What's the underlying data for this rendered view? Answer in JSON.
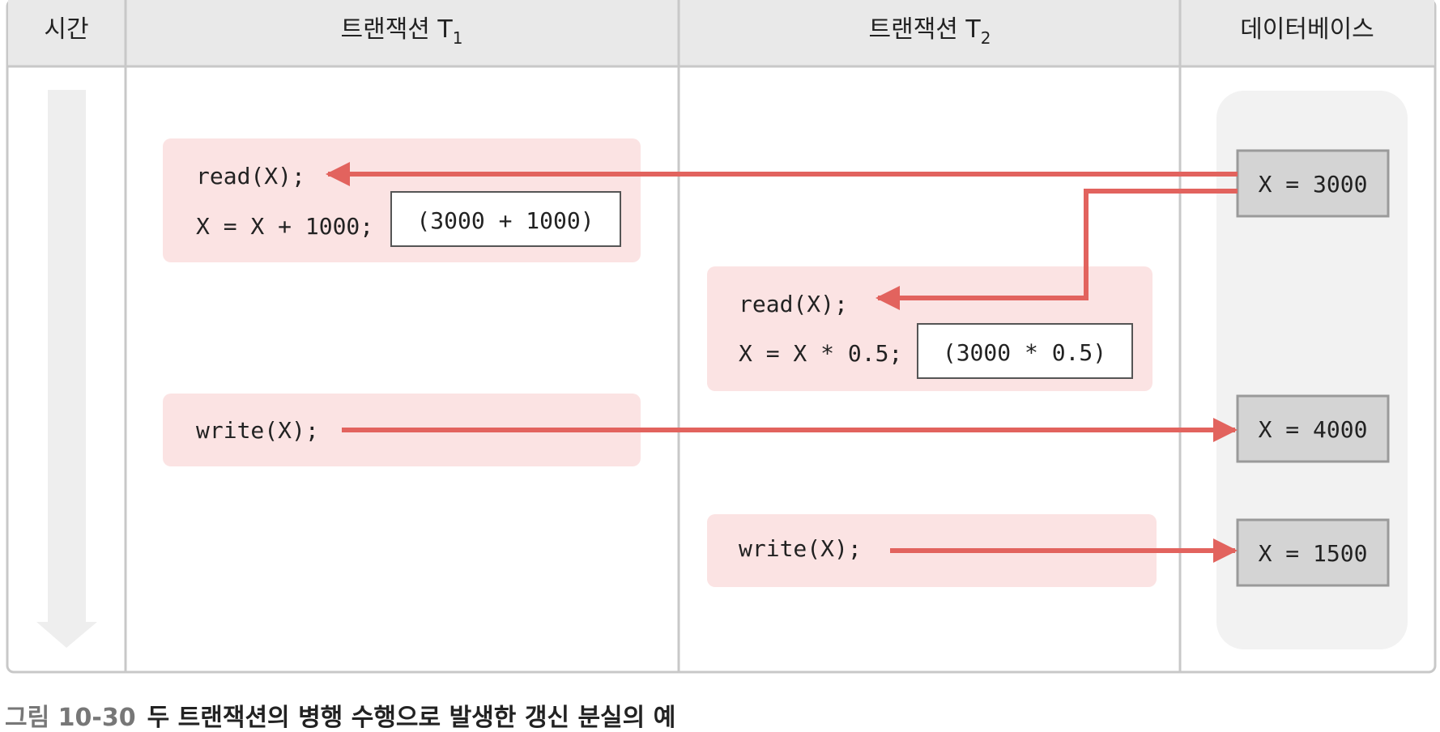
{
  "headers": {
    "time": "시간",
    "t1": {
      "label": "트랜잭션 T",
      "sub": "1"
    },
    "t2": {
      "label": "트랜잭션 T",
      "sub": "2"
    },
    "db": "데이터베이스"
  },
  "t1": {
    "read": "read(X);",
    "compute": "X = X + 1000;",
    "compute_note": "(3000 + 1000)",
    "write": "write(X);"
  },
  "t2": {
    "read": "read(X);",
    "compute": "X = X * 0.5;",
    "compute_note": "(3000 * 0.5)",
    "write": "write(X);"
  },
  "db": {
    "v1": "X = 3000",
    "v2": "X = 4000",
    "v3": "X = 1500"
  },
  "caption": {
    "number": "그림 10-30",
    "text": "두 트랜잭션의 병행 수행으로 발생한 갱신 분실의 예"
  },
  "colors": {
    "arrow": "#e2635e",
    "block_bg": "#fbe3e3",
    "header_bg": "#e9e9e9",
    "db_value_bg": "#d4d4d4"
  }
}
